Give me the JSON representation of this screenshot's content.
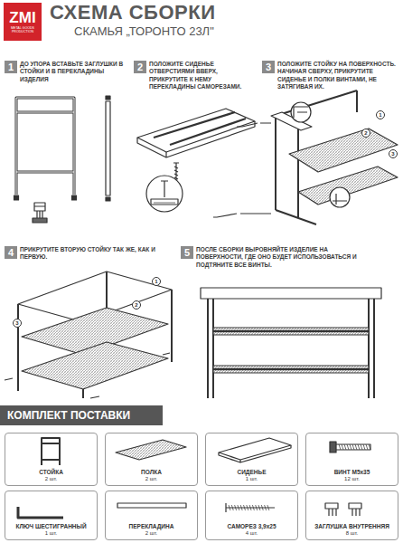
{
  "diagram": {
    "title": "СХЕМА СБОРКИ",
    "nodes": [
      {
        "text": [
          "ZMI",
          "METAL GOODS PRODUCTION"
        ]
      },
      {
        "text": [
          "1"
        ]
      },
      {
        "text": [
          "2"
        ]
      },
      {
        "text": [
          "3"
        ]
      },
      {
        "text": [
          "4"
        ]
      },
      {
        "text": [
          "5"
        ]
      },
      {
        "text": [
          "1"
        ]
      },
      {
        "text": [
          "2"
        ]
      },
      {
        "text": [
          "3"
        ]
      },
      {
        "text": [
          "1"
        ]
      },
      {
        "text": [
          "2"
        ]
      },
      {
        "text": [
          "3"
        ]
      },
      {
        "text": [
          "КОМПЛЕКТ ПОСТАВКИ"
        ]
      },
      {
        "text": [
          "СТОЙКА",
          "2 шт."
        ]
      },
      {
        "text": [
          "ПОЛКА",
          "2 шт."
        ]
      },
      {
        "text": [
          "СИДЕНЬЕ",
          "1 шт."
        ]
      },
      {
        "text": [
          "ВИНТ М5х35",
          "12 шт."
        ]
      },
      {
        "text": [
          "КЛЮЧ ШЕСТИГРАННЫЙ",
          "1 шт."
        ]
      },
      {
        "text": [
          "ПЕРЕКЛАДИНА",
          "2 шт."
        ]
      },
      {
        "text": [
          "САМОРЕЗ 3,9х25",
          "4 шт."
        ]
      },
      {
        "text": [
          "ЗАГЛУШКА ВНУТРЕННЯЯ",
          "8 шт."
        ]
      }
    ],
    "labels": [
      "СКАМЬЯ „ТОРОНТО 23Л\"",
      "ДО УПОРА ВСТАВЬТЕ ЗАГЛУШКИ В СТОЙКИ И В ПЕРЕКЛАДИНЫ ИЗДЕЛИЯ",
      "ПОЛОЖИТЕ СИДЕНЬЕ ОТВЕРСТИЯМИ ВВЕРХ, ПРИКРУТИТЕ К НЕМУ ПЕРЕКЛАДИНЫ САМОРЕЗАМИ.",
      "ПОЛОЖИТЕ СТОЙКУ НА ПОВЕРХНОСТЬ. НАЧИНАЯ СВЕРХУ, ПРИКРУТИТЕ СИДЕНЬЕ И ПОЛКИ ВИНТАМИ, НЕ ЗАТЯГИВАЯ ИХ.",
      "ПРИКРУТИТЕ ВТОРУЮ СТОЙКУ ТАК ЖЕ, КАК И ПЕРВУЮ.",
      "ПОСЛЕ СБОРКИ ВЫРОВНЯЙТЕ ИЗДЕЛИЕ НА ПОВЕРХНОСТИ, ГДЕ ОНО БУДЕТ ИСПОЛЬЗОВАТЬСЯ И ПОДТЯНИТЕ ВСЕ ВИНТЫ."
    ]
  }
}
